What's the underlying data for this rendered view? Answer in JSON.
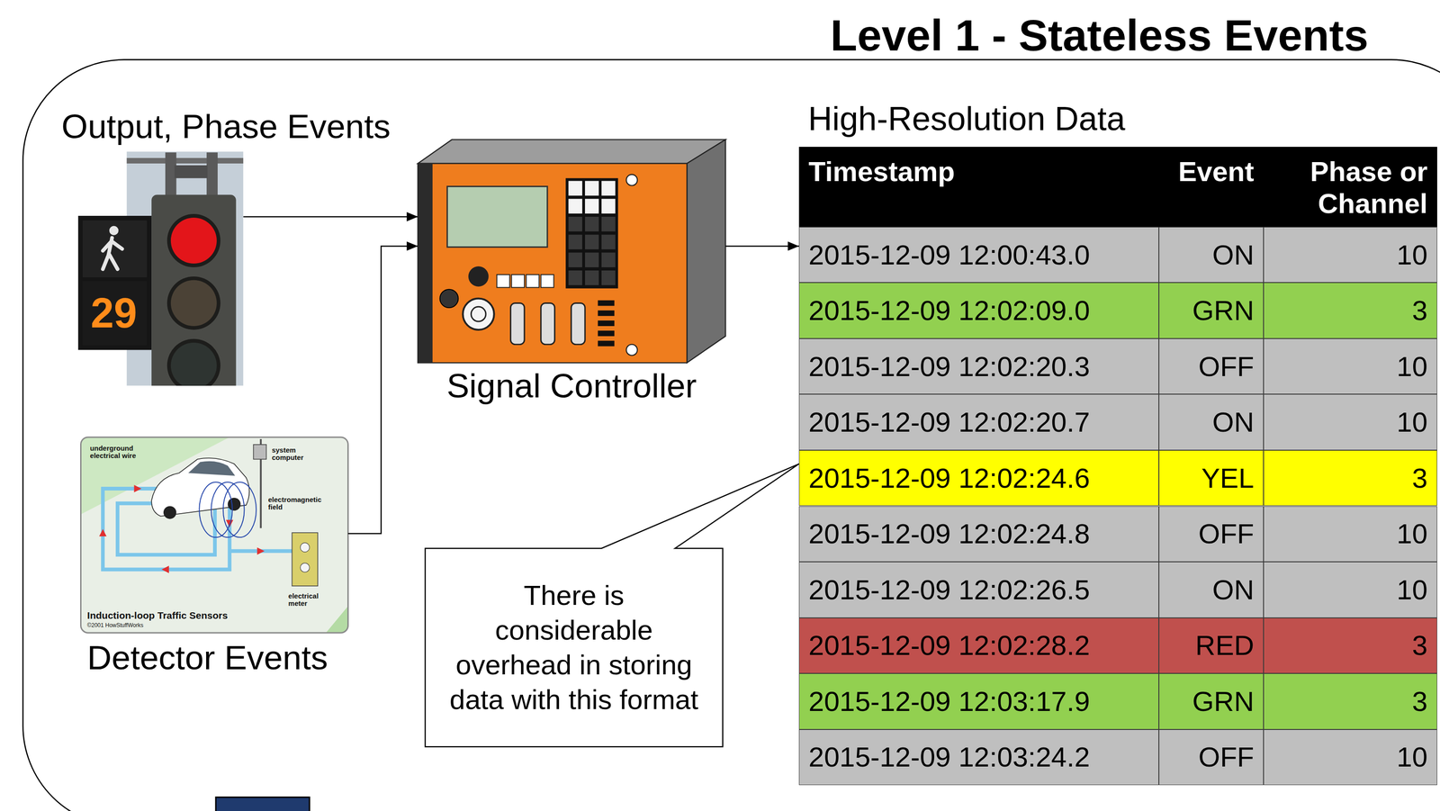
{
  "diagram": {
    "title": "Level 1 - Stateless Events",
    "nodes": [
      {
        "text": [
          "Output, Phase Events"
        ]
      },
      {
        "text": [
          "Detector Events"
        ]
      },
      {
        "text": [
          "Signal Controller"
        ]
      },
      {
        "text": [
          "High-Resolution Data"
        ]
      },
      {
        "text": [
          "There is considerable overhead in storing data with this format"
        ]
      }
    ],
    "edges": [
      {
        "from": 0,
        "to": 2,
        "arrow": "to"
      },
      {
        "from": 1,
        "to": 2,
        "arrow": "to"
      },
      {
        "from": 2,
        "to": 3,
        "arrow": "to"
      }
    ],
    "labels": [
      "29",
      "underground electrical wire",
      "system computer",
      "electromagnetic field",
      "electrical meter",
      "Induction-loop Traffic Sensors",
      "©2001 HowStuffWorks",
      "Timestamp",
      "Event",
      "Phase or Channel",
      "2015-12-09 12:00:43.0",
      "ON",
      "10",
      "2015-12-09 12:02:09.0",
      "GRN",
      "3",
      "2015-12-09 12:02:20.3",
      "OFF",
      "10",
      "2015-12-09 12:02:20.7",
      "ON",
      "10",
      "2015-12-09 12:02:24.6",
      "YEL",
      "3",
      "2015-12-09 12:02:24.8",
      "OFF",
      "10",
      "2015-12-09 12:02:26.5",
      "ON",
      "10",
      "2015-12-09 12:02:28.2",
      "RED",
      "3",
      "2015-12-09 12:03:17.9",
      "GRN",
      "3",
      "2015-12-09 12:03:24.2",
      "OFF",
      "10"
    ]
  }
}
